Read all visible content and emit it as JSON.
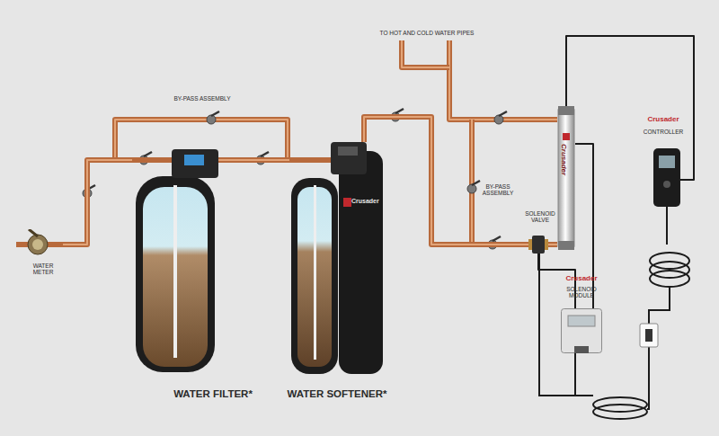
{
  "diagram": {
    "nodes": [
      {
        "text": [
          "WATER METER"
        ]
      },
      {
        "text": [
          "WATER FILTER*"
        ]
      },
      {
        "text": [
          "Crusader",
          "WATER SOFTENER*"
        ]
      },
      {
        "text": [
          "Crusader"
        ]
      },
      {
        "text": [
          "SOLENOID VALVE"
        ]
      },
      {
        "text": [
          "Crusader",
          "CONTROLLER"
        ]
      },
      {
        "text": [
          "Crusader",
          "SOLENOID MODULE"
        ]
      }
    ],
    "edges": [
      {
        "from": 0,
        "to": 1,
        "arrow": "none"
      },
      {
        "from": 1,
        "to": 2,
        "arrow": "none"
      },
      {
        "from": 2,
        "to": 4,
        "arrow": "none"
      },
      {
        "from": 4,
        "to": 3,
        "arrow": "none"
      },
      {
        "from": 3,
        "to": 5,
        "arrow": "none"
      },
      {
        "from": 6,
        "to": 4,
        "arrow": "none"
      },
      {
        "from": 6,
        "to": 3,
        "arrow": "none"
      }
    ],
    "labels": [
      "TO HOT AND COLD WATER PIPES",
      "BY-PASS ASSEMBLY",
      "BY-PASS ASSEMBLY"
    ]
  }
}
